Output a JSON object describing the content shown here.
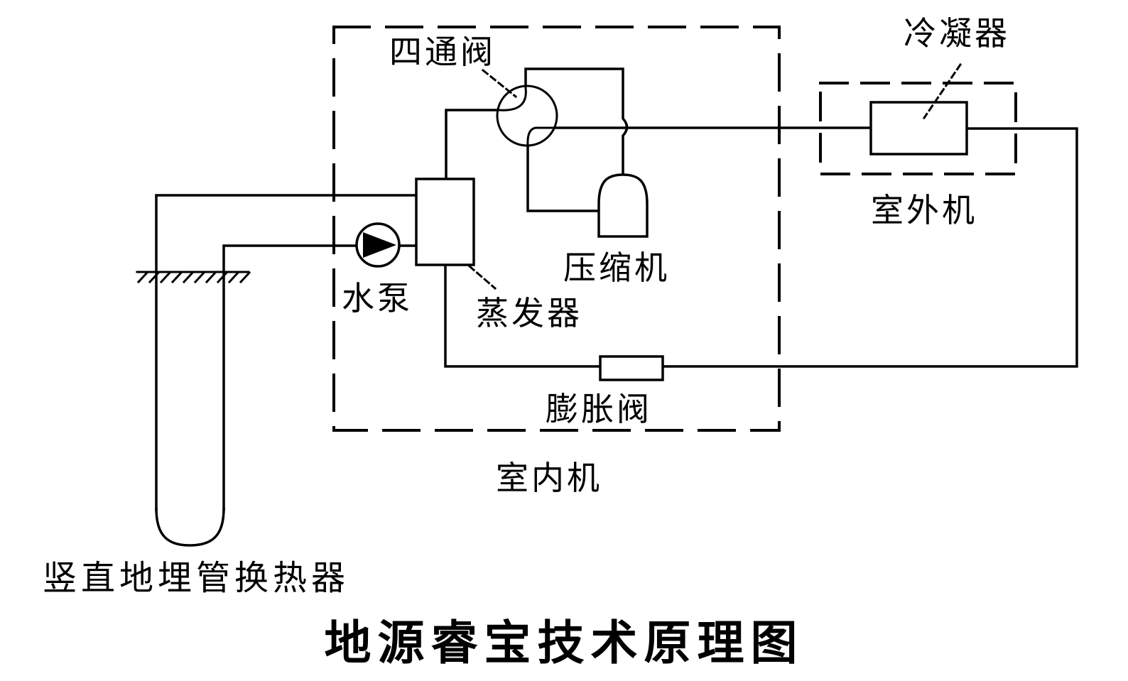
{
  "diagram": {
    "title": "地源睿宝技术原理图",
    "labels": {
      "four_way_valve": "四通阀",
      "condenser": "冷凝器",
      "compressor": "压缩机",
      "water_pump": "水泵",
      "evaporator": "蒸发器",
      "expansion_valve": "膨胀阀",
      "indoor_unit": "室内机",
      "outdoor_unit": "室外机",
      "ground_heat_exchanger": "竖直地埋管换热器"
    },
    "colors": {
      "line": "#000000",
      "background": "#ffffff"
    }
  }
}
